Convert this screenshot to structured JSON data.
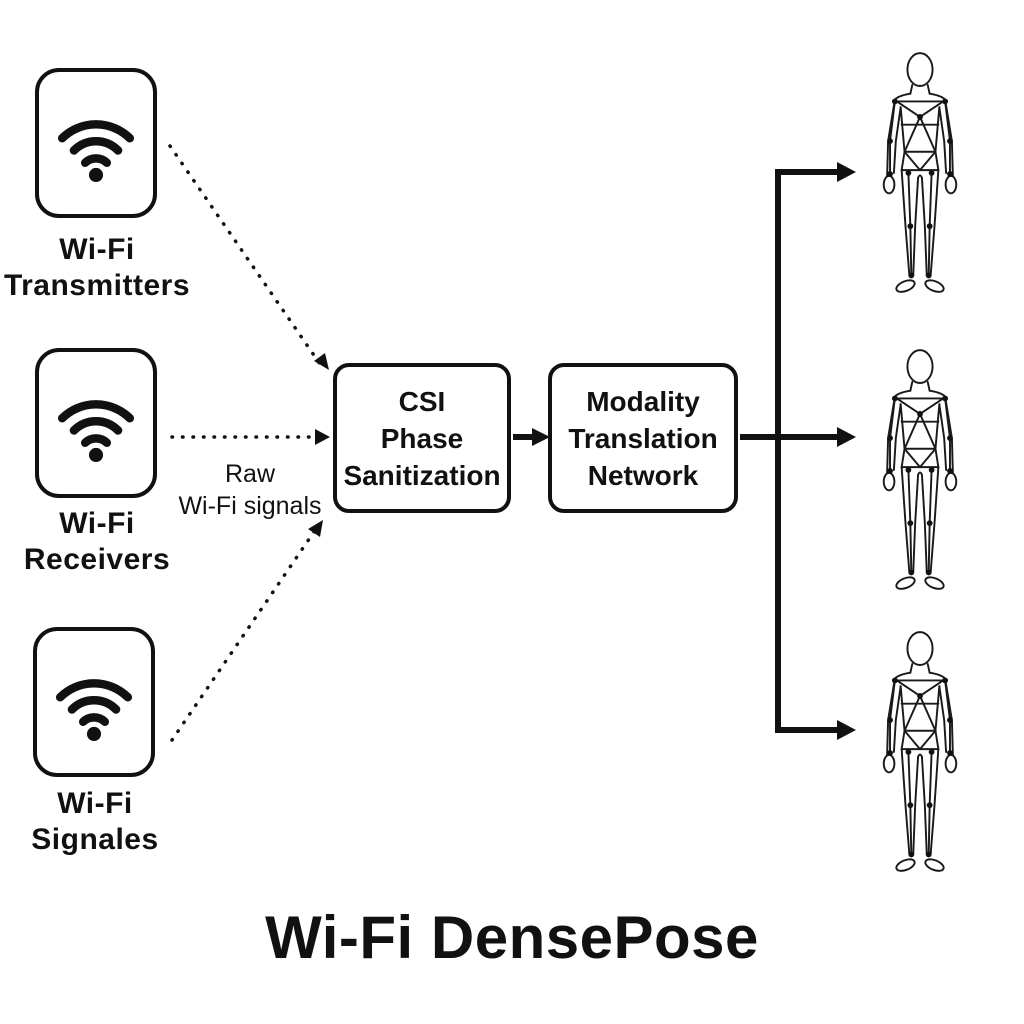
{
  "diagram": {
    "title": "Wi-Fi DensePose",
    "sources": [
      {
        "name": "wifi-transmitters",
        "line1": "Wi-Fi",
        "line2": "Transmitters"
      },
      {
        "name": "wifi-receivers",
        "line1": "Wi-Fi",
        "line2": "Receivers"
      },
      {
        "name": "wifi-signals",
        "line1": "Wi-Fi",
        "line2": "Signales"
      }
    ],
    "edge_label": {
      "line1": "Raw",
      "line2": "Wi-Fi signals"
    },
    "process_boxes": [
      {
        "name": "csi-phase-sanitization",
        "line1": "CSI",
        "line2": "Phase",
        "line3": "Sanitization"
      },
      {
        "name": "modality-translation-network",
        "line1": "Modality",
        "line2": "Translation",
        "line3": "Network"
      }
    ],
    "outputs": [
      {
        "name": "densepose-figure-1"
      },
      {
        "name": "densepose-figure-2"
      },
      {
        "name": "densepose-figure-3"
      }
    ],
    "icons": {
      "wifi": "wifi-signal-icon",
      "person": "human-wireframe-figure"
    },
    "colors": {
      "ink": "#111111",
      "background": "#ffffff"
    }
  }
}
